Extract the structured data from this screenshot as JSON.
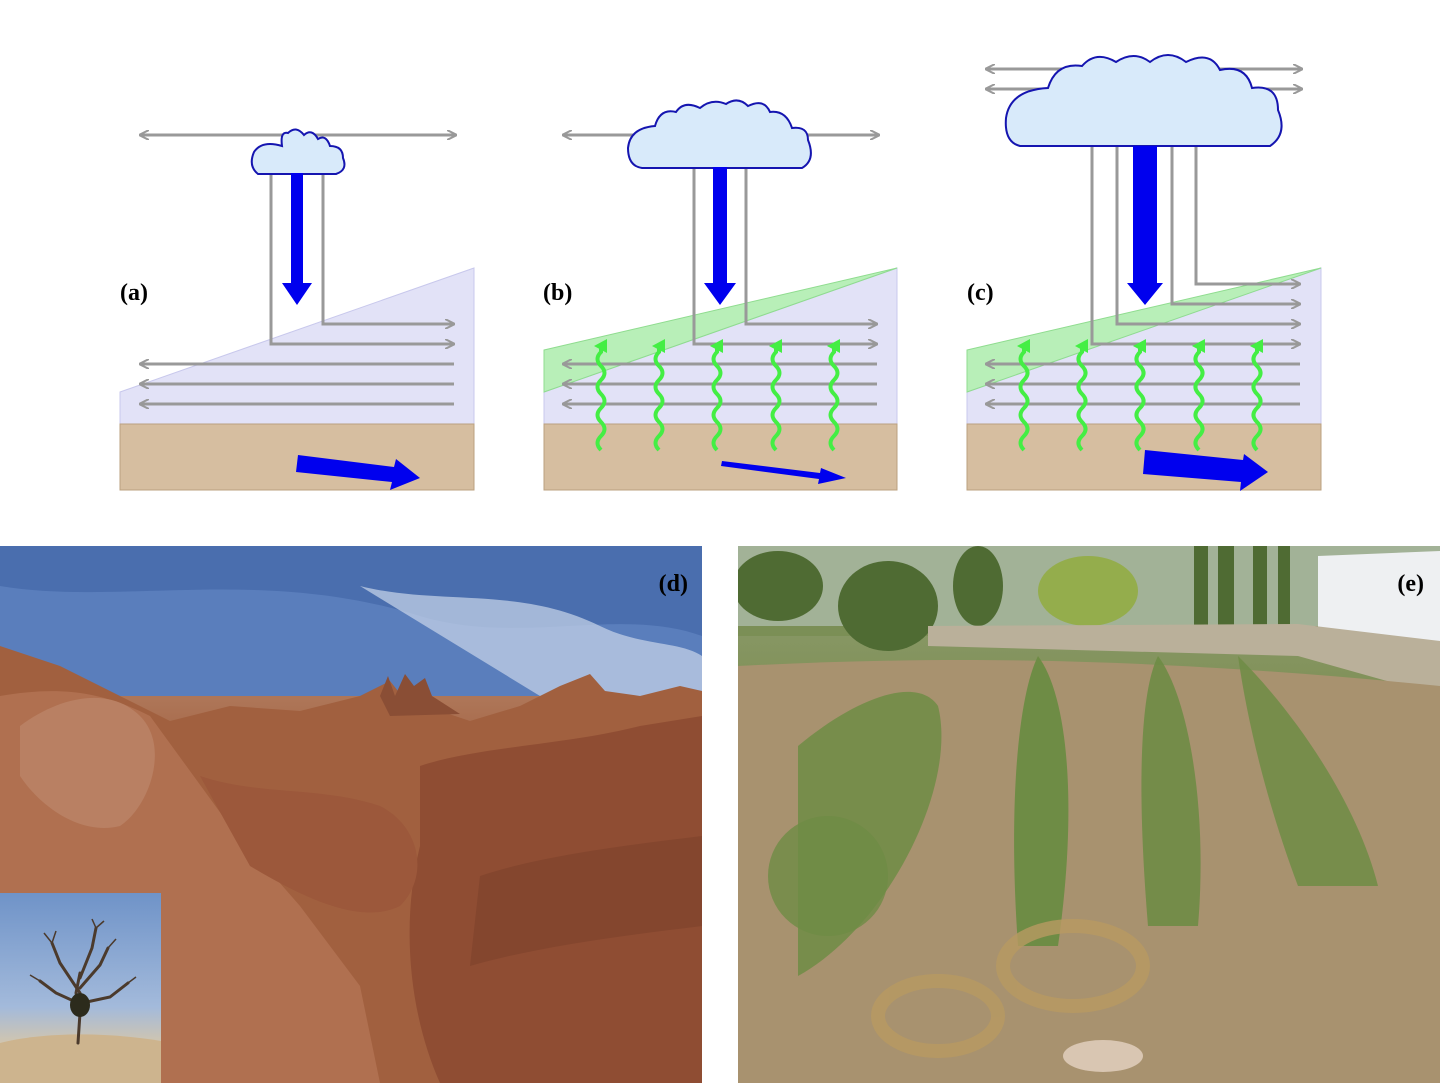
{
  "panels": [
    {
      "id": "a",
      "label": "(a)"
    },
    {
      "id": "b",
      "label": "(b)"
    },
    {
      "id": "c",
      "label": "(c)"
    }
  ],
  "photos": [
    {
      "id": "d",
      "label": "(d)"
    },
    {
      "id": "e",
      "label": "(e)"
    }
  ],
  "colors": {
    "air_column": "#e2e2f7",
    "ground": "#d6bea0",
    "vegetation_layer": "#b8efb8",
    "cloud_fill": "#d8eafa",
    "cloud_outline": "#1515b0",
    "flow_arrows": "#999999",
    "rain_and_runoff": "#0000ee",
    "evapotranspiration": "#44ee44"
  },
  "icons": [
    "cloud-icon",
    "rain-arrow-icon",
    "runoff-arrow-icon",
    "wavy-green-arrow-icon",
    "air-flow-arrow-icon"
  ]
}
